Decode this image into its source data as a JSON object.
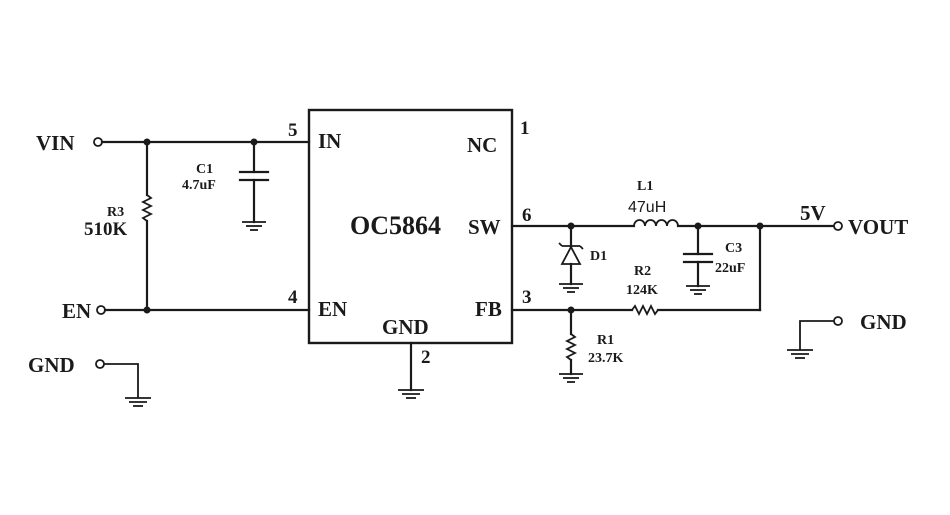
{
  "ic": {
    "name": "OC5864",
    "pins": {
      "in": {
        "num": "5",
        "label": "IN"
      },
      "nc": {
        "num": "1",
        "label": "NC"
      },
      "sw": {
        "num": "6",
        "label": "SW"
      },
      "en": {
        "num": "4",
        "label": "EN"
      },
      "fb": {
        "num": "3",
        "label": "FB"
      },
      "gnd": {
        "num": "2",
        "label": "GND"
      }
    }
  },
  "terminals": {
    "vin": "VIN",
    "en": "EN",
    "gnd_left": "GND",
    "vout": "VOUT",
    "vout_voltage": "5V",
    "gnd_right": "GND"
  },
  "components": {
    "c1": {
      "ref": "C1",
      "value": "4.7uF"
    },
    "r3": {
      "ref": "R3",
      "value": "510K"
    },
    "l1": {
      "ref": "L1",
      "value": "47uH"
    },
    "d1": {
      "ref": "D1"
    },
    "c3": {
      "ref": "C3",
      "value": "22uF"
    },
    "r2": {
      "ref": "R2",
      "value": "124K"
    },
    "r1": {
      "ref": "R1",
      "value": "23.7K"
    }
  }
}
